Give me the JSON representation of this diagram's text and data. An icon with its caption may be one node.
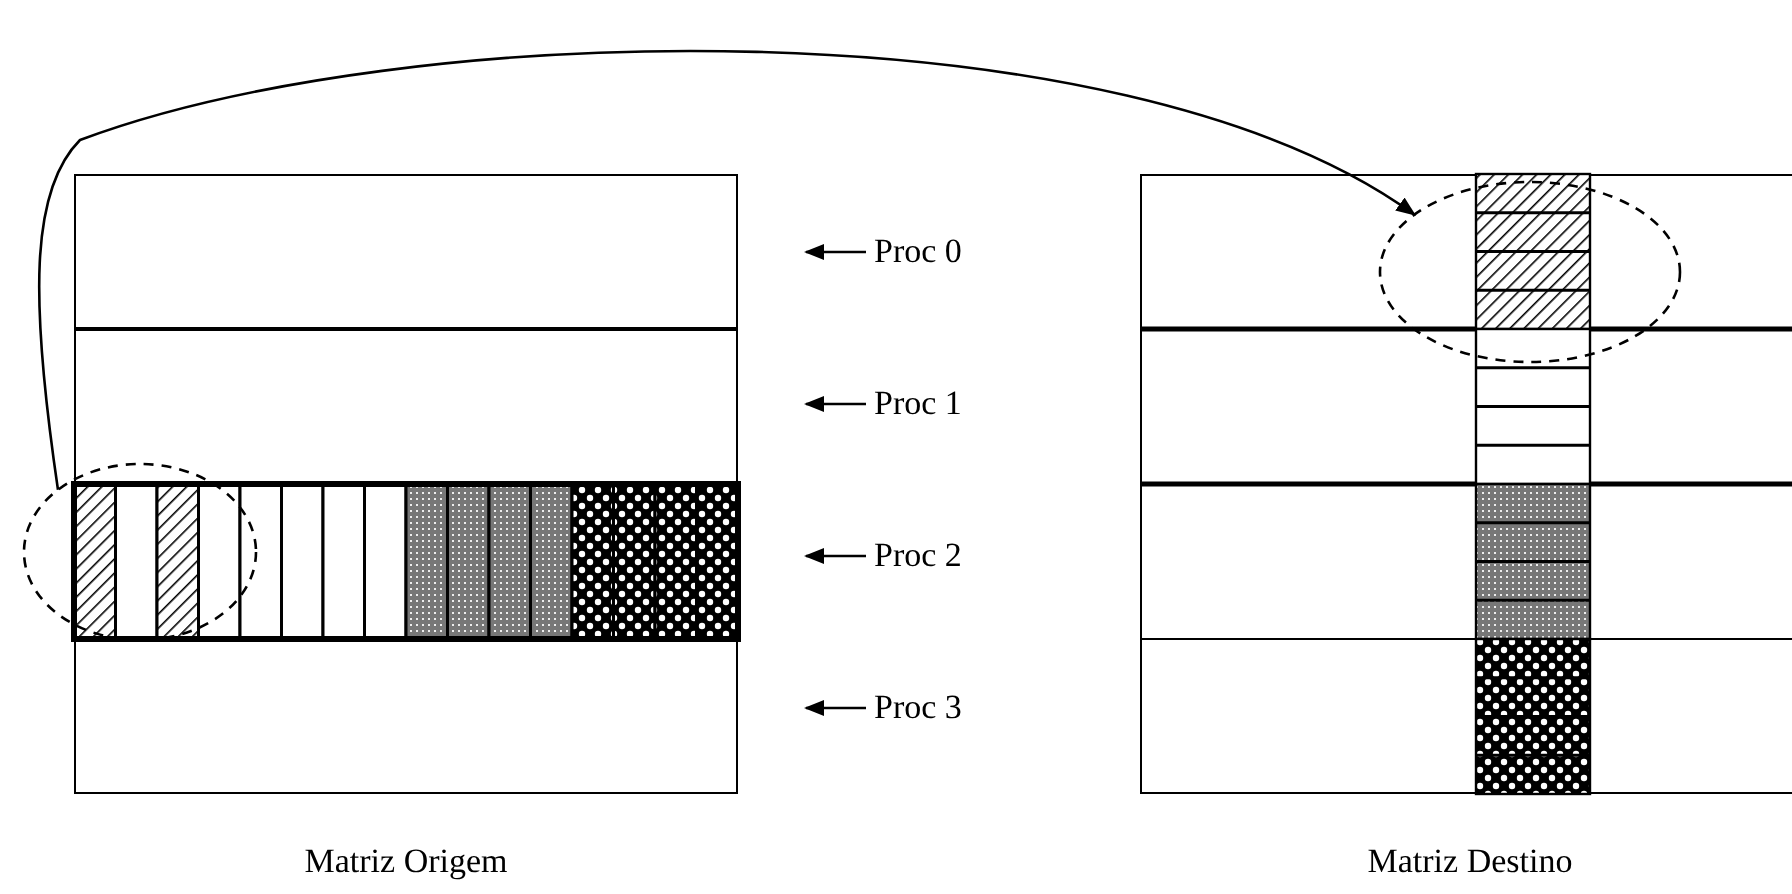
{
  "diagram": {
    "nodes": [
      {
        "text": [
          "Matriz Origem"
        ]
      },
      {
        "text": [
          "Matriz Destino"
        ]
      },
      {
        "text": [],
        "shape": "circle"
      },
      {
        "text": [],
        "shape": "circle",
        "in": 1
      },
      {
        "text": [
          "Proc 0"
        ]
      },
      {
        "text": [
          "Proc 1"
        ]
      },
      {
        "text": [
          "Proc 2"
        ]
      },
      {
        "text": [
          "Proc 3"
        ]
      }
    ],
    "edges": [
      {
        "from": 2,
        "to": 3,
        "arrow": "to"
      },
      {
        "from": 4,
        "to": null,
        "arrow": "to"
      },
      {
        "from": 5,
        "to": null,
        "arrow": "to"
      },
      {
        "from": 6,
        "to": null,
        "arrow": "to"
      },
      {
        "from": 7,
        "to": null,
        "arrow": "to"
      }
    ]
  }
}
